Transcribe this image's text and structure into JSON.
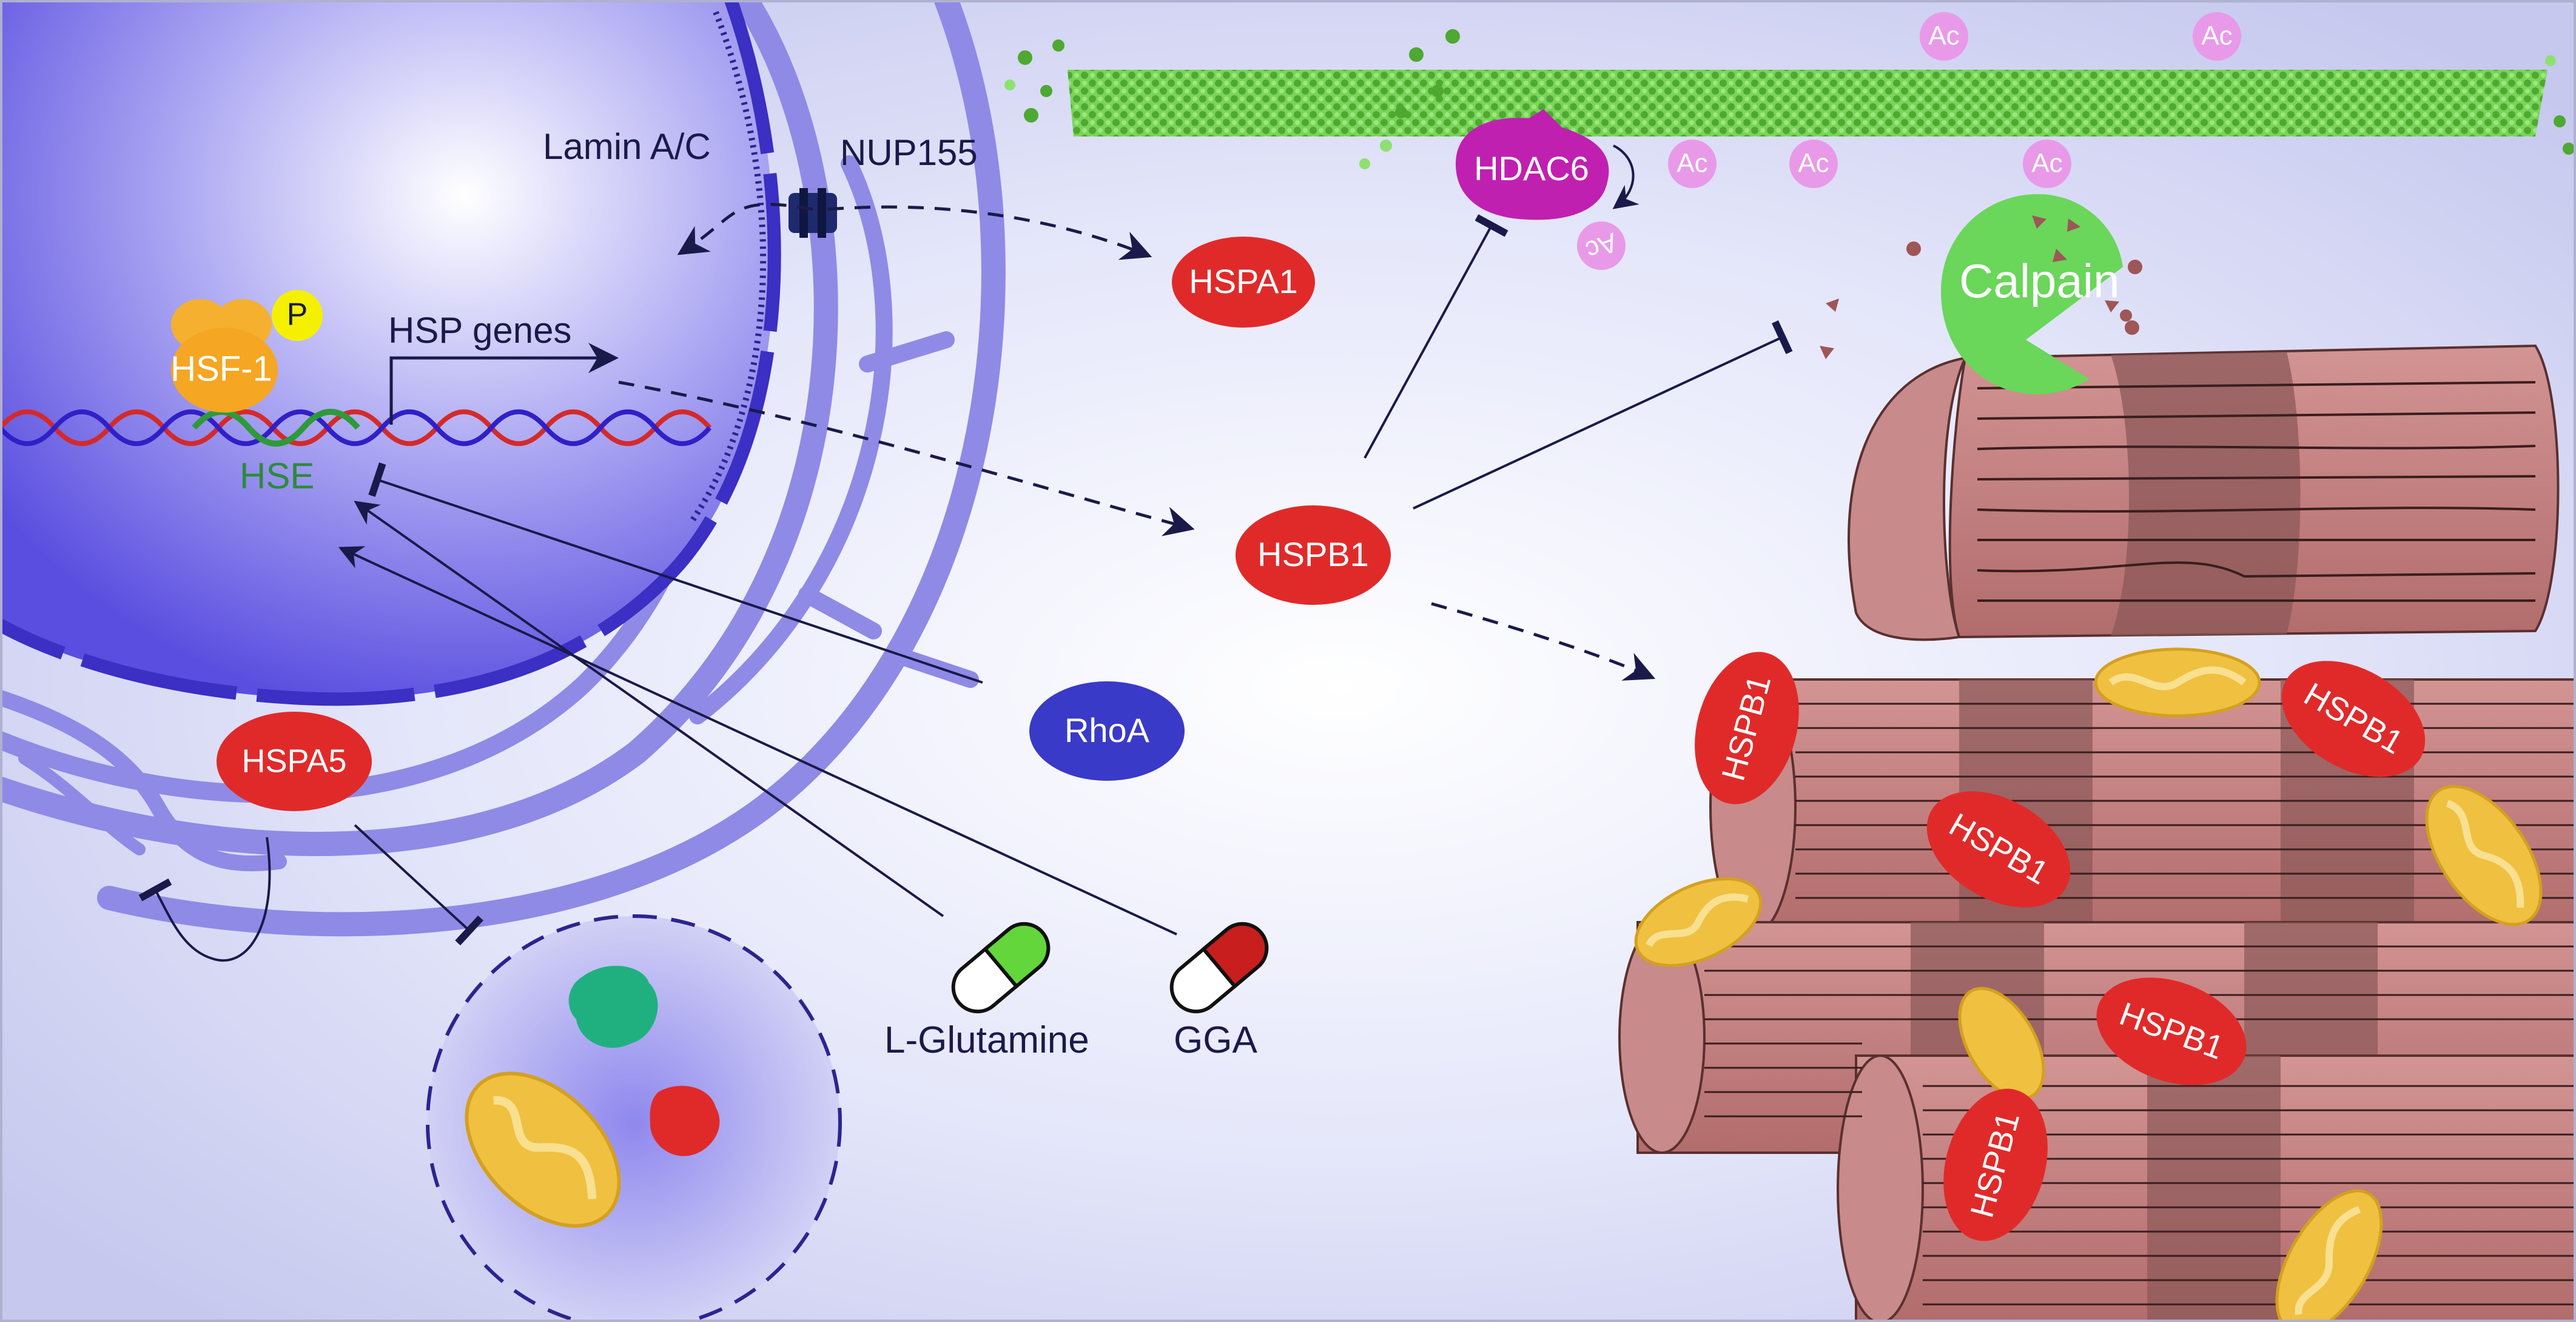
{
  "labels": {
    "lamin": "Lamin A/C",
    "nup155": "NUP155",
    "hsf1": "HSF-1",
    "phospho": "P",
    "hsp_genes": "HSP genes",
    "hse": "HSE",
    "hspa1": "HSPA1",
    "hspb1_center": "HSPB1",
    "hspa5": "HSPA5",
    "rhoa": "RhoA",
    "l_glutamine": "L-Glutamine",
    "gga": "GGA",
    "hdac6": "HDAC6",
    "acetyl": "Ac",
    "calpain": "Calpain",
    "hspb1_muscle": "HSPB1"
  },
  "colors": {
    "background": "#d4d6f4",
    "nucleus": "#5a4ee0",
    "membrane": "#3b2fc4",
    "er": "#9e9aea",
    "red_protein": "#e02a2a",
    "rhoa": "#3a3ac8",
    "hdac6": "#c020b0",
    "acetyl": "#e89ae8",
    "calpain": "#6ad65a",
    "hsf1": "#f5a623",
    "phospho": "#f5f000",
    "microtubule": "#5ccc3c",
    "muscle": "#c07a7a",
    "muscle_dark": "#8c5858",
    "mito": "#f0c040",
    "arrow": "#1a1a4a"
  }
}
